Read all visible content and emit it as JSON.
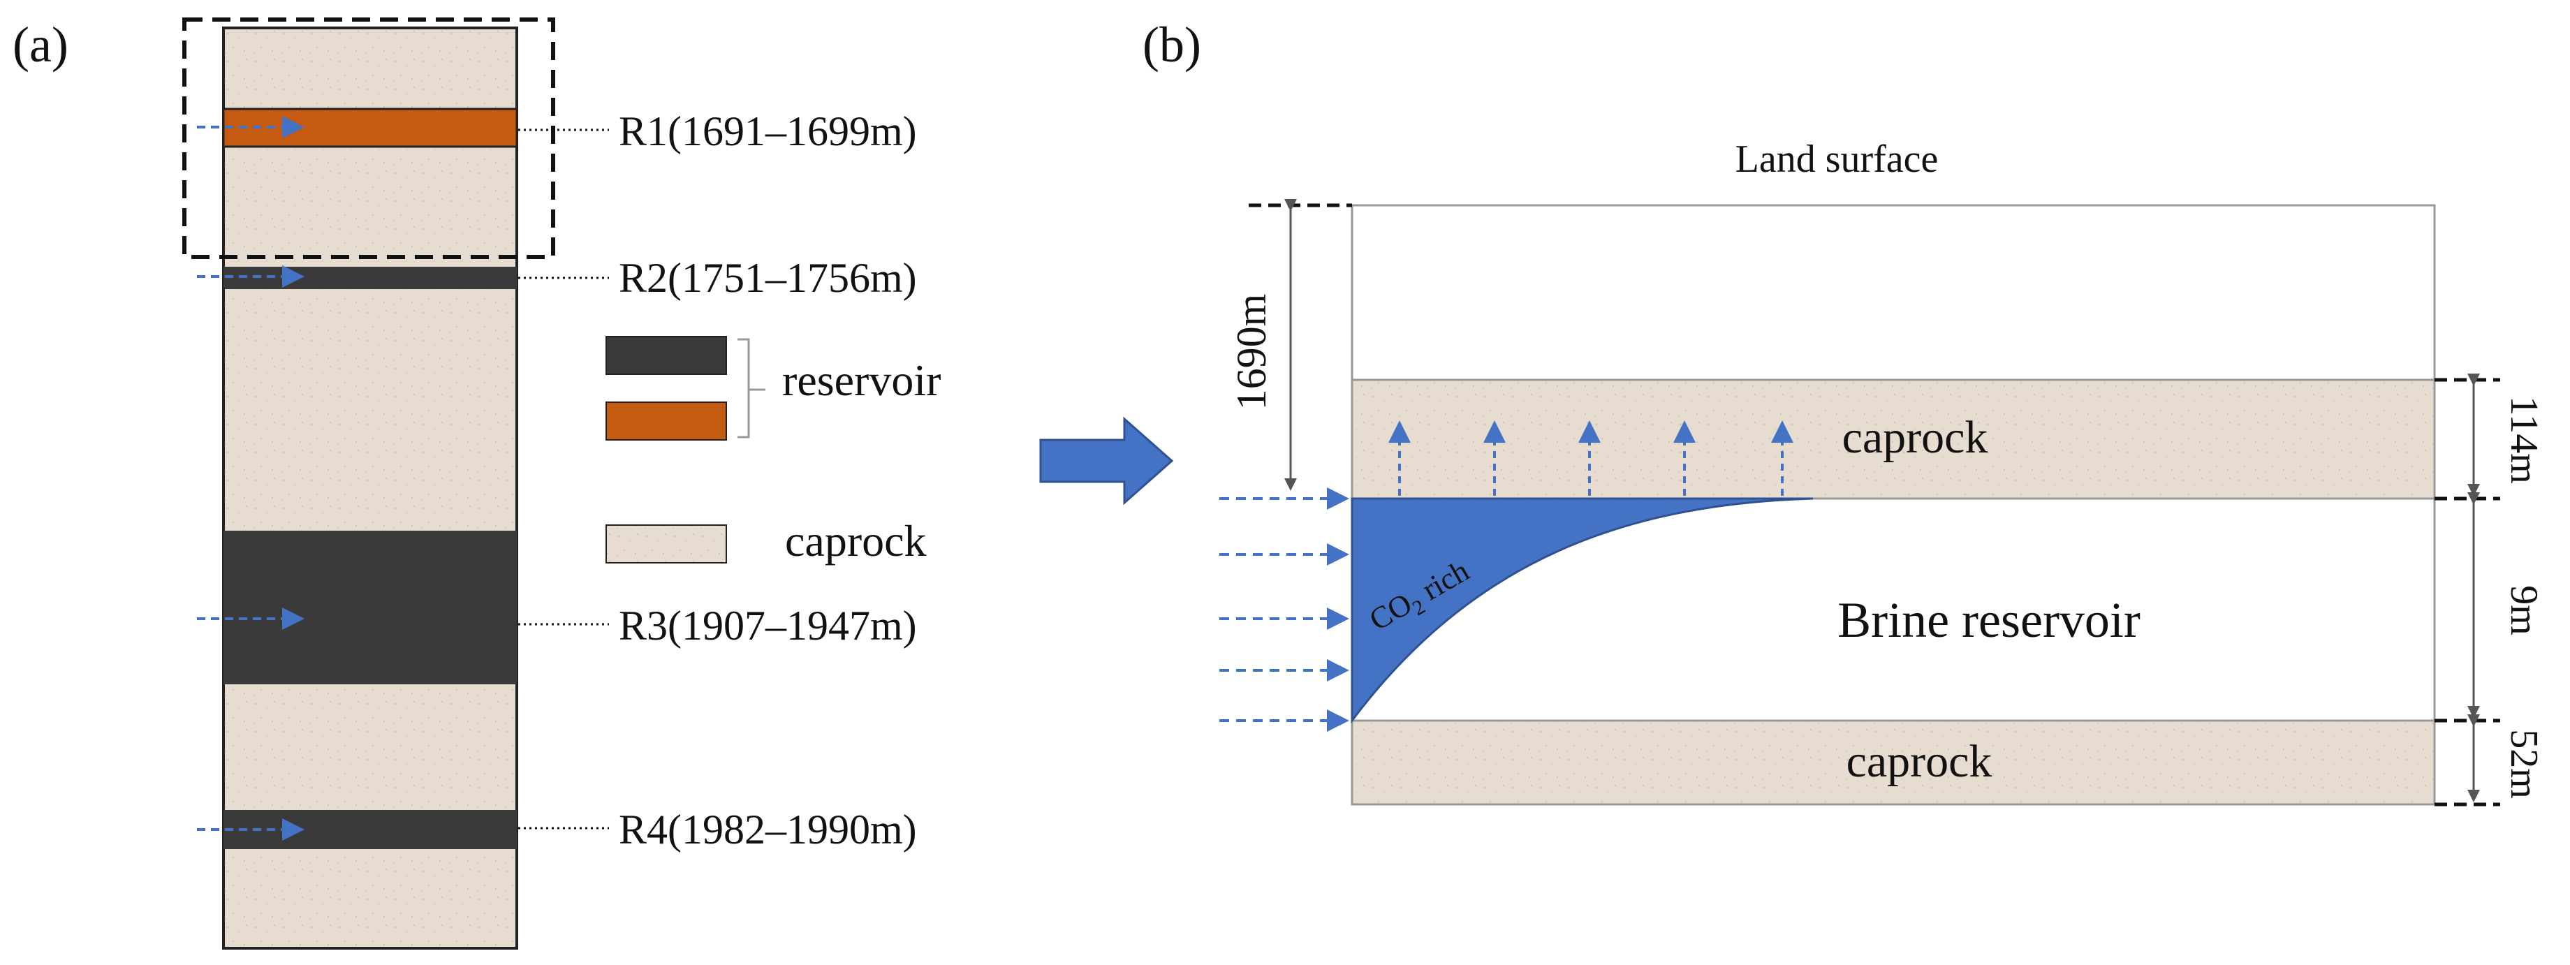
{
  "panel_a": {
    "label": "(a)",
    "reservoirs": [
      {
        "id": "R1",
        "label": "R1(1691–1699m)",
        "color": "#c55a11"
      },
      {
        "id": "R2",
        "label": "R2(1751–1756m)",
        "color": "#3a3a3a"
      },
      {
        "id": "R3",
        "label": "R3(1907–1947m)",
        "color": "#3a3a3a"
      },
      {
        "id": "R4",
        "label": "R4(1982–1990m)",
        "color": "#3a3a3a"
      }
    ],
    "legend": {
      "reservoir_label": "reservoir",
      "caprock_label": "caprock"
    }
  },
  "panel_b": {
    "label": "(b)",
    "land_surface": "Land surface",
    "depth_label": "1690m",
    "caprock_top_label": "caprock",
    "caprock_top_thickness": "114m",
    "reservoir_label": "Brine reservoir",
    "reservoir_thickness": "9m",
    "caprock_bottom_label": "caprock",
    "caprock_bottom_thickness": "52m",
    "plume_label_main": "CO",
    "plume_label_sub": "2",
    "plume_label_rest": " rich"
  },
  "colors": {
    "caprock": "#e6ddd0",
    "reservoir_dark": "#3a3a3a",
    "reservoir_orange": "#c55a11",
    "co2_blue": "#4472c4",
    "arrow_blue": "#4472c4"
  }
}
